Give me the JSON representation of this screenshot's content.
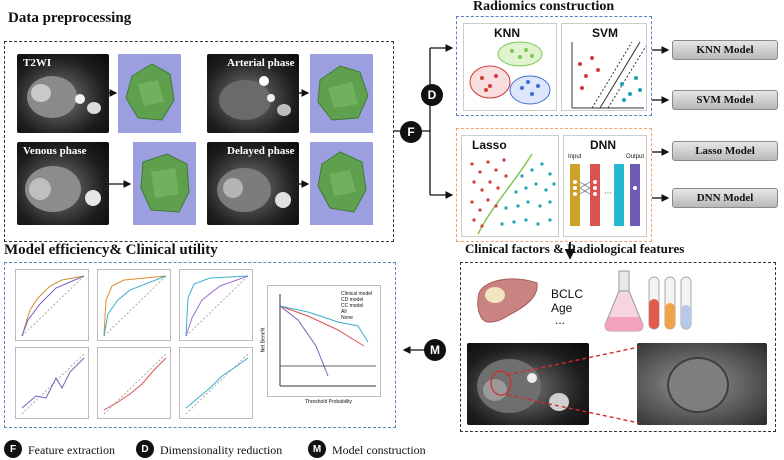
{
  "sections": {
    "data_preprocessing": "Data preprocessing",
    "radiomics_construction": "Radiomics construction",
    "model_efficiency": "Model efficiency& Clinical utility",
    "clinical_factors": "Clinical factors & Radiological features"
  },
  "phases": [
    "T2WI",
    "Arterial phase",
    "Venous phase",
    "Delayed phase"
  ],
  "classifiers": {
    "knn": "KNN",
    "svm": "SVM",
    "lasso": "Lasso",
    "dnn": "DNN",
    "dnn_input": "Input",
    "dnn_output": "Output"
  },
  "models": [
    "KNN Model",
    "SVM Model",
    "Lasso Model",
    "DNN Model"
  ],
  "clinical": {
    "line1": "BCLC",
    "line2": "Age",
    "line3": "..."
  },
  "dca": {
    "legend": [
      "Clinical model",
      "CD model",
      "CC model",
      "All",
      "None"
    ],
    "xlabel": "Threshold Probability",
    "ylabel": "Net Benefit"
  },
  "legend": [
    {
      "letter": "F",
      "text": "Feature extraction"
    },
    {
      "letter": "D",
      "text": "Dimensionality reduction"
    },
    {
      "letter": "M",
      "text": "Model construction"
    }
  ],
  "colors": {
    "blue_dash": "#5b7fc2",
    "orange_dash": "#f2a06a",
    "tumor_green": "#5fa04e",
    "knn_green": "#7ec850",
    "knn_red": "#d23b3b",
    "knn_blue": "#3c6fd0",
    "svm_teal": "#1ea0b4",
    "dnn_yellow": "#c9a227",
    "dnn_red": "#d9534f",
    "dnn_cyan": "#27b7d1",
    "dnn_purple": "#6f5bb3"
  }
}
